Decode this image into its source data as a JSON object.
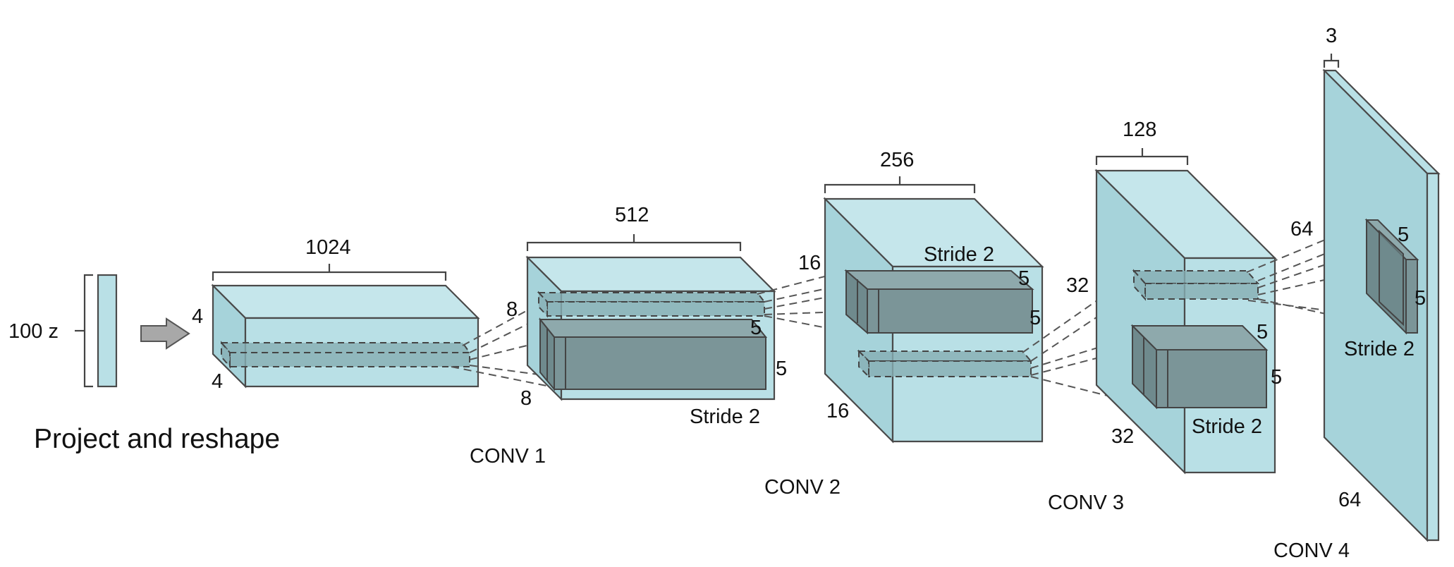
{
  "input": {
    "label": "100 z"
  },
  "title": "Project and reshape",
  "layers": [
    {
      "name": "CONV 1",
      "depth": "1024",
      "height": "4",
      "width": "4",
      "kernel_a": "",
      "kernel_b": "",
      "stride": ""
    },
    {
      "name": "CONV 2",
      "depth": "512",
      "height": "8",
      "width": "8",
      "kernel_a": "5",
      "kernel_b": "5",
      "stride": "Stride 2"
    },
    {
      "name": "CONV 3",
      "depth": "256",
      "height": "16",
      "width": "16",
      "kernel_a": "5",
      "kernel_b": "5",
      "stride": "Stride 2"
    },
    {
      "name": "CONV 4",
      "depth": "128",
      "height": "32",
      "width": "32",
      "kernel_a": "5",
      "kernel_b": "5",
      "stride": "Stride 2"
    },
    {
      "name": "",
      "depth": "3",
      "height": "64",
      "width": "64",
      "kernel_a": "5",
      "kernel_b": "5",
      "stride": "Stride 2"
    }
  ],
  "colors": {
    "volume": "#b9e0e6",
    "kernel": "#7b9598",
    "line": "#555555"
  }
}
